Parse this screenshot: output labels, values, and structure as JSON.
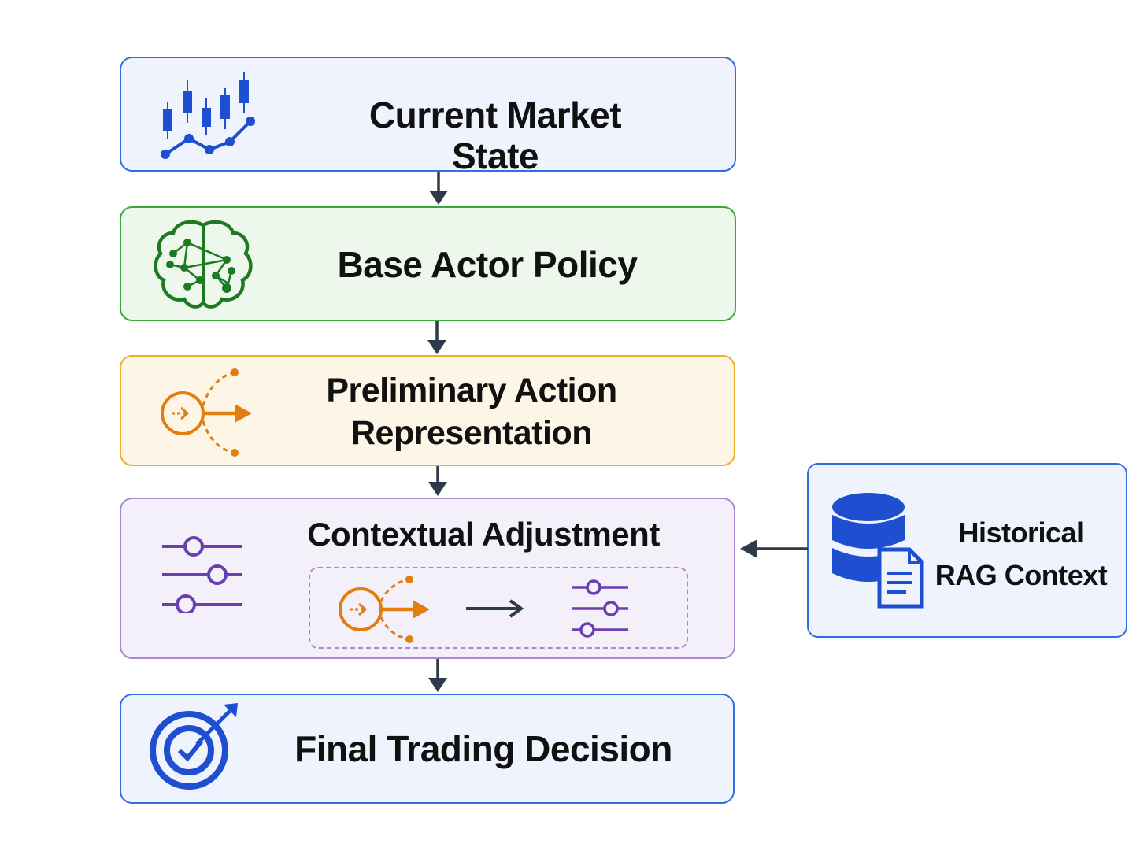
{
  "nodes": {
    "market": {
      "label": "Current Market State",
      "icon": "candlestick-chart-icon"
    },
    "policy": {
      "label": "Base Actor Policy",
      "icon": "brain-network-icon"
    },
    "prelim": {
      "label_line1": "Preliminary Action",
      "label_line2": "Representation",
      "icon": "branching-action-icon"
    },
    "context": {
      "label": "Contextual Adjustment",
      "icon": "sliders-icon"
    },
    "final": {
      "label": "Final Trading Decision",
      "icon": "target-check-icon"
    },
    "rag": {
      "label_line1": "Historical",
      "label_line2": "RAG Context",
      "icon": "database-document-icon"
    }
  },
  "colors": {
    "blue": "#2f6fe0",
    "green": "#3aa83a",
    "orange": "#f0ac2e",
    "purple": "#a889d1",
    "arrow": "#2d3a4a"
  }
}
